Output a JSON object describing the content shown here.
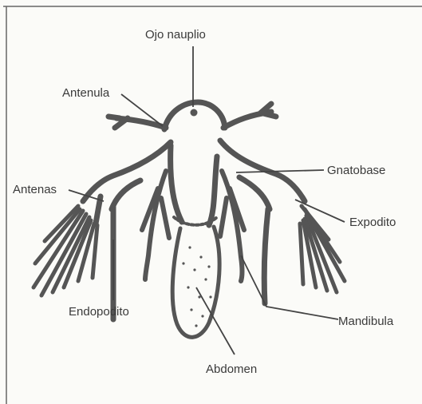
{
  "labels": {
    "ojo_nauplio": "Ojo nauplio",
    "antenula": "Antenula",
    "antenas": "Antenas",
    "gnatobase": "Gnatobase",
    "expodito": "Expodito",
    "endopodito": "Endopodito",
    "mandibula": "Mandibula",
    "abdomen": "Abdomen"
  },
  "colors": {
    "ink": "#555555",
    "paper": "#fbfbf8",
    "border": "#666666"
  }
}
